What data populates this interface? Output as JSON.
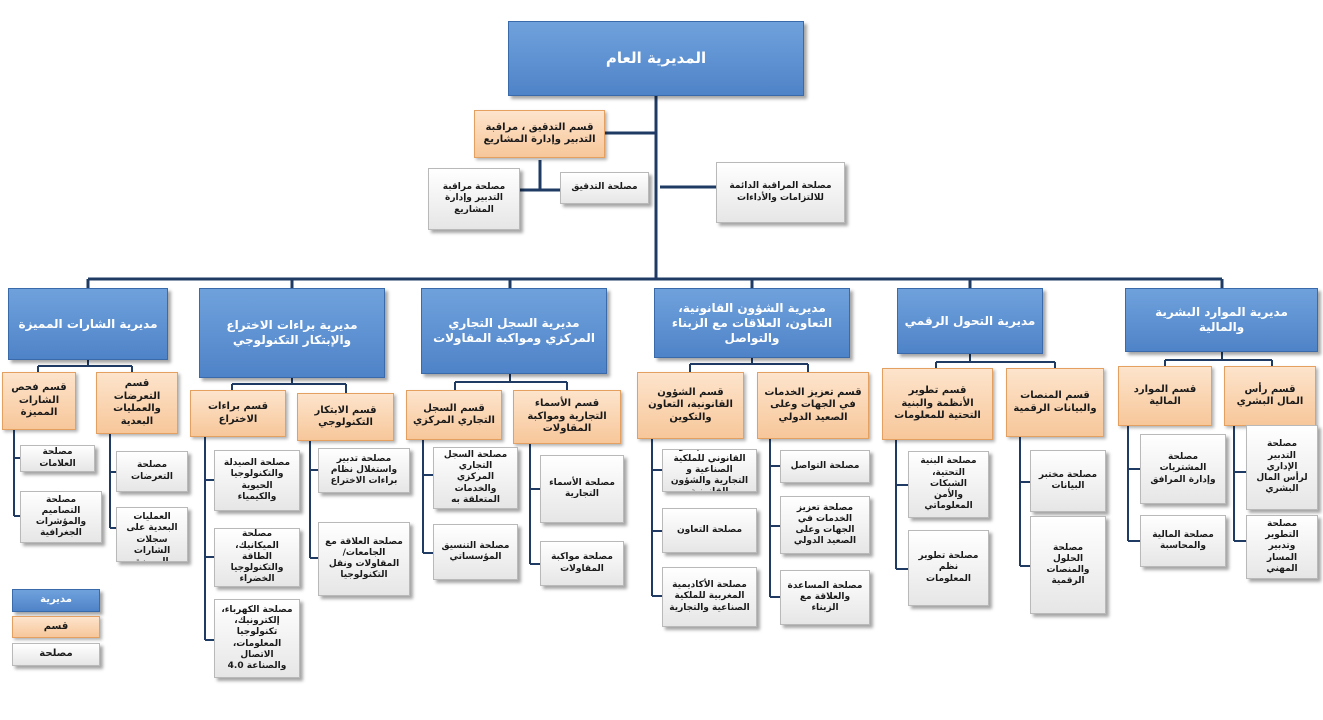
{
  "top": "المديرية العام",
  "audit_dept": "قسم التدقيق ، مراقبة التدبير وإدارة المشاريع",
  "audit_units": [
    "مصلحة مراقبة التدبير وإدارة المشاريع",
    "مصلحة التدقيق"
  ],
  "monitoring_unit": "مصلحة المراقبة الدائمة للالتزامات والأداءات",
  "directorates": [
    {
      "name": "مديرية الموارد البشرية والمالية",
      "divisions": [
        {
          "name": "قسم رأس المال البشري",
          "units": [
            "مصلحة التدبير الإداري لرأس المال البشري",
            "مصلحة التطوير وتدبير المسار المهني"
          ]
        },
        {
          "name": "قسم الموارد المالية",
          "units": [
            "مصلحة المشتريات وإدارة المرافق",
            "مصلحة المالية والمحاسبة"
          ]
        }
      ]
    },
    {
      "name": "مديرية التحول الرقمي",
      "divisions": [
        {
          "name": "قسم المنصات والبيانات الرقمية",
          "units": [
            "مصلحة مختبر البيانات",
            "مصلحة الحلول والمنصات الرقمية"
          ]
        },
        {
          "name": "قسم تطوير الأنظمة والبنية التحتية للمعلومات",
          "units": [
            "مصلحة البنية التحتية، الشبكات والأمن المعلوماتي",
            "مصلحة تطوير نظم المعلومات"
          ]
        }
      ]
    },
    {
      "name": "مديرية الشؤون القانونية، التعاون، العلاقات مع الزبناء والتواصل",
      "divisions": [
        {
          "name": "قسم تعزيز الخدمات في الجهات وعلى الصعيد الدولي",
          "units": [
            "مصلحة التواصل",
            "مصلحة تعزيز الخدمات في الجهات وعلى الصعيد الدولي",
            "مصلحة المساعدة والعلاقة مع الزبناء"
          ]
        },
        {
          "name": "قسم الشؤون القانونية، التعاون والتكوين",
          "units": [
            "مصلحة الإطار القانوني للملكية الصناعية و التجارية والشؤون القانونية",
            "مصلحة التعاون",
            "مصلحة الأكاديمية المغربية للملكية الصناعية والتجارية"
          ]
        }
      ]
    },
    {
      "name": "مديرية السجل التجاري المركزي ومواكبة المقاولات",
      "divisions": [
        {
          "name": "قسم الأسماء التجارية ومواكبة المقاولات",
          "units": [
            "مصلحة الأسماء التجارية",
            "مصلحة مواكبة المقاولات"
          ]
        },
        {
          "name": "قسم السجل التجاري المركزي",
          "units": [
            "مصلحة السجل التجاري المركزي والخدمات المتعلقة به",
            "مصلحة التنسيق المؤسساتي"
          ]
        }
      ]
    },
    {
      "name": "مديرية براءات الاختراع والإبتكار التكنولوجي",
      "divisions": [
        {
          "name": "قسم الابتكار التكنولوجي",
          "units": [
            "مصلحة تدبير واستغلال نظام براءات الاختراع",
            "مصلحة العلاقة مع الجامعات/المقاولات ونقل التكنولوجيا"
          ]
        },
        {
          "name": "قسم براءات الاختراع",
          "units": [
            "مصلحة الصيدلة والتكنولوجيا الحيوية والكيمياء",
            "مصلحة الميكانيك، الطاقة والتكنولوجيا الخضراء",
            "مصلحة الكهرباء، إلكترونيك، تكنولوجيا المعلومات، الاتصال والصناعة 4.0"
          ]
        }
      ]
    },
    {
      "name": "مديرية الشارات المميزة",
      "divisions": [
        {
          "name": "قسم التعرضات والعمليات البعدية",
          "units": [
            "مصلحة التعرضات",
            "مصلحة العمليات البعدية على سجلات الشارات المميزة"
          ]
        },
        {
          "name": "قسم فحص الشارات المميزة",
          "units": [
            "مصلحة العلامات",
            "مصلحة التصاميم والمؤشرات الجغرافية"
          ]
        }
      ]
    }
  ],
  "legend": {
    "directorate": "مديرية",
    "division": "قسم",
    "unit": "مصلحة"
  },
  "colors": {
    "directorate": "#5b8fd0",
    "division": "#f9d3ae",
    "unit": "#f0f0f0",
    "line": "#1f3b64"
  }
}
